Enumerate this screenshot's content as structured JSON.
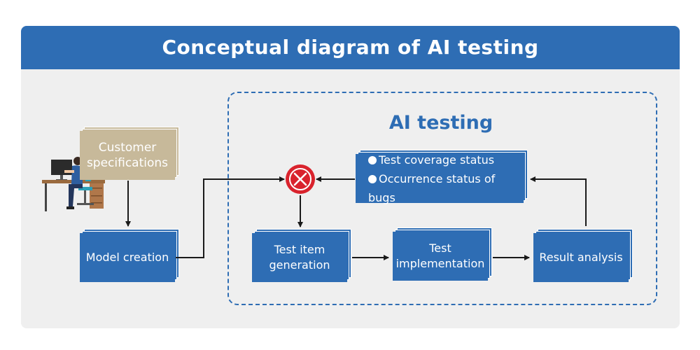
{
  "header": {
    "title": "Conceptual diagram of AI testing"
  },
  "ai_section": {
    "title": "AI testing"
  },
  "nodes": {
    "customer_specifications": {
      "line1": "Customer",
      "line2": "specifications"
    },
    "model_creation": {
      "label": "Model creation"
    },
    "test_item_generation": {
      "line1": "Test item",
      "line2": "generation"
    },
    "test_implementation": {
      "line1": "Test",
      "line2": "implementation"
    },
    "result_analysis": {
      "label": "Result analysis"
    },
    "status": {
      "items": [
        "Test coverage status",
        "Occurrence status of bugs"
      ]
    }
  },
  "colors": {
    "primary_blue": "#2e6db4",
    "tan": "#c7b99a",
    "panel": "#efefef",
    "junction_red": "#d9232d"
  },
  "icons": {
    "person": "person-at-desk-icon",
    "junction": "x-circle-icon"
  }
}
